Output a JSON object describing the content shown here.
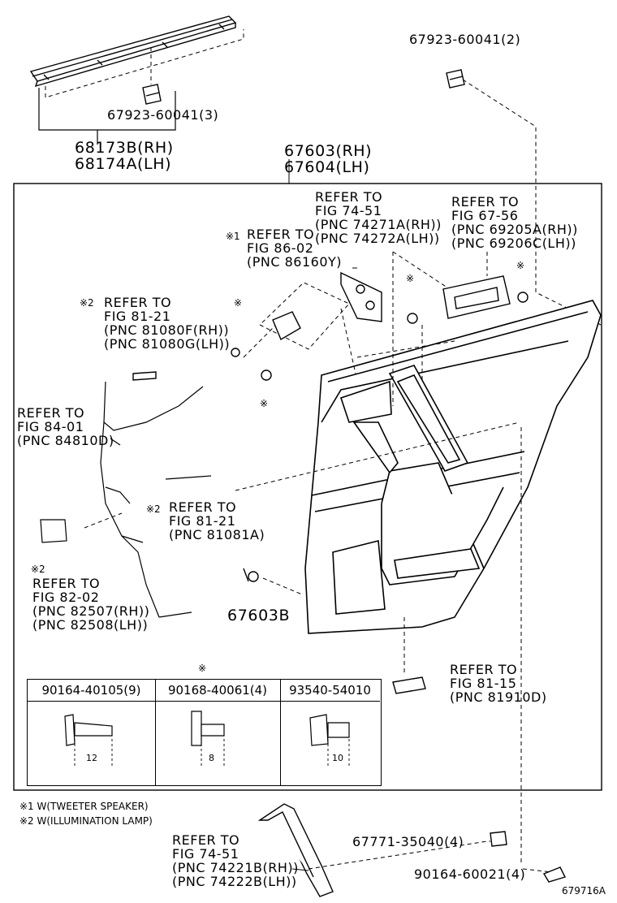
{
  "labels": {
    "clip_top_right": "67923-60041(2)",
    "clip_top_left": "67923-60041(3)",
    "weatherstrip": "68173B(RH)\n68174A(LH)",
    "door_trim": "67603(RH)\n67604(LH)",
    "ref_74_51": "REFER TO\nFIG 74-51\n(PNC 74271A(RH))\n(PNC 74272A(LH))",
    "ref_67_56": "REFER TO\nFIG 67-56\n(PNC 69205A(RH))\n(PNC 69206C(LH))",
    "ref_86_02": "REFER TO\nFIG 86-02\n(PNC 86160Y)",
    "mark1": "※1",
    "mark2": "※2",
    "mark": "※",
    "ref_81_21a": "REFER TO\nFIG 81-21\n(PNC 81080F(RH))\n(PNC 81080G(LH))",
    "ref_84_01": "REFER TO\nFIG 84-01\n(PNC 84810D)",
    "ref_81_21b": "REFER TO\nFIG 81-21\n(PNC 81081A)",
    "ref_82_02": "REFER TO\nFIG 82-02\n(PNC 82507(RH))\n(PNC 82508(LH))",
    "part_67603b": "67603B",
    "ref_81_15": "REFER TO\nFIG 81-15\n(PNC 81910D)",
    "note1": "※1 W(TWEETER SPEAKER)",
    "note2": "※2 W(ILLUMINATION LAMP)",
    "ref_74_51b": "REFER TO\nFIG 74-51\n(PNC 74221B(RH))\n(PNC 74222B(LH))",
    "part_67771": "67771-35040(4)",
    "part_90164_60021": "90164-60021(4)",
    "diagram_id": "679716A"
  },
  "fasteners": [
    {
      "part": "90164-40105(9)",
      "dim": "12"
    },
    {
      "part": "90168-40061(4)",
      "dim": "8"
    },
    {
      "part": "93540-54010",
      "dim": "10"
    }
  ]
}
